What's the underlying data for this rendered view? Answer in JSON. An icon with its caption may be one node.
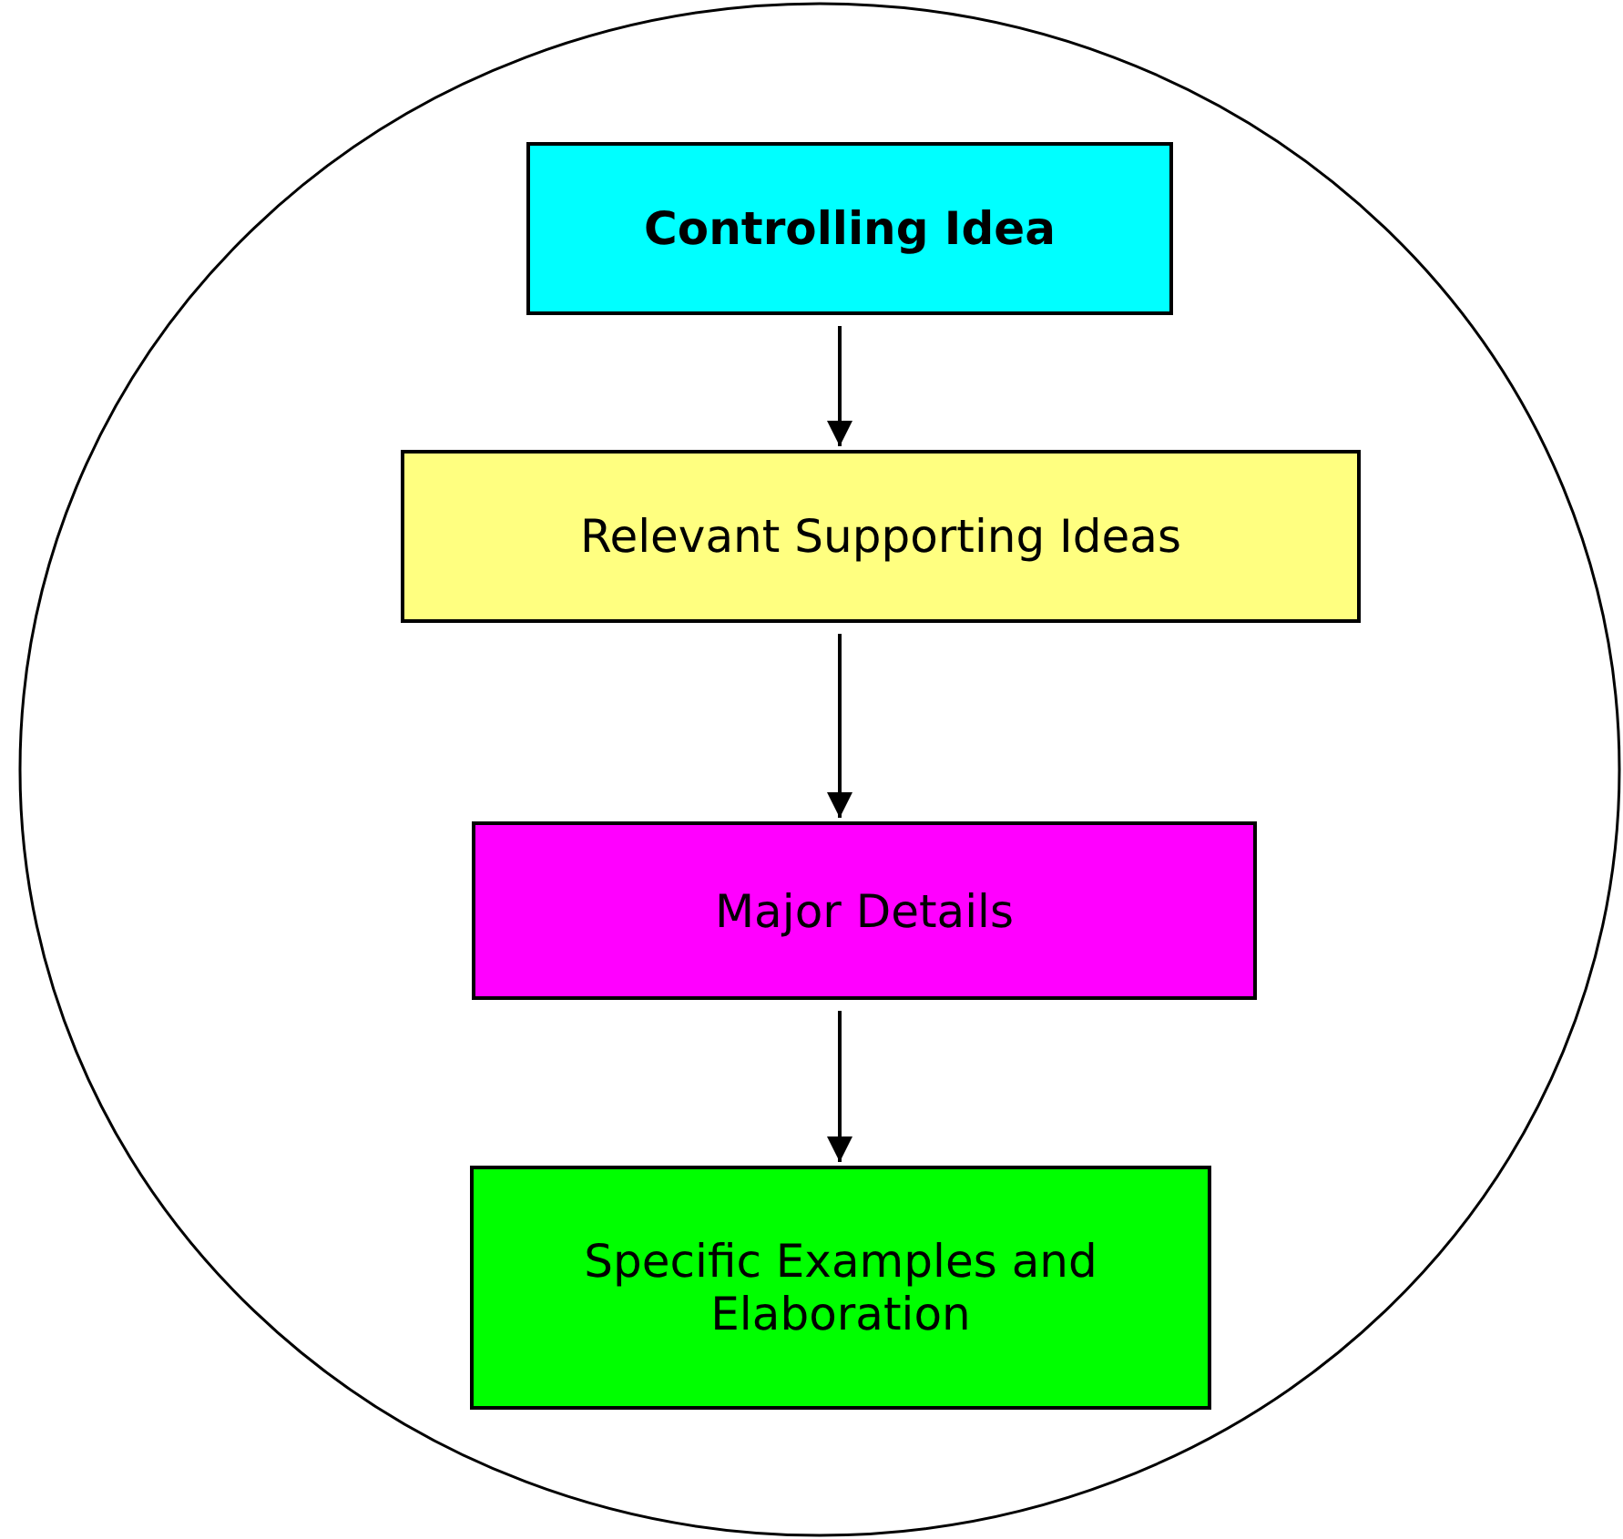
{
  "diagram": {
    "nodes": [
      {
        "text": [],
        "shape": "circle"
      },
      {
        "text": [
          "Controlling Idea"
        ],
        "in": 0
      },
      {
        "text": [
          "Relevant Supporting Ideas"
        ],
        "in": 0
      },
      {
        "text": [
          "Major Details"
        ],
        "in": 0
      },
      {
        "text": [
          "Specific Examples and Elaboration"
        ],
        "in": 0
      }
    ],
    "edges": [
      {
        "from": 1,
        "to": 2,
        "arrow": "to"
      },
      {
        "from": 2,
        "to": 3,
        "arrow": "to"
      },
      {
        "from": 3,
        "to": 4,
        "arrow": "to"
      }
    ]
  }
}
